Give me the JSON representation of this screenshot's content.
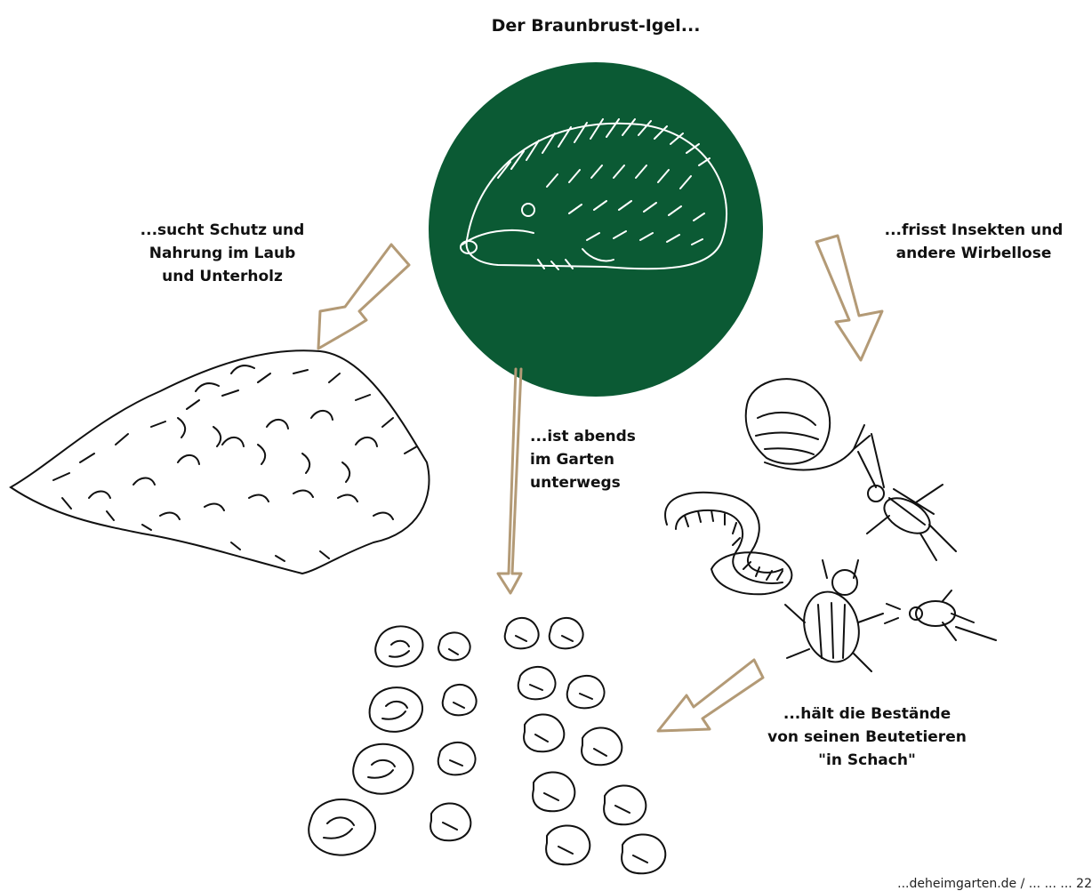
{
  "title": "Der Braunbrust-Igel...",
  "captions": {
    "shelter": [
      "...sucht Schutz und",
      "Nahrung im Laub",
      "und Unterholz"
    ],
    "eats": [
      "...frisst Insekten und",
      "andere Wirbellose"
    ],
    "garden": [
      "...ist abends",
      "im Garten",
      "unterwegs"
    ],
    "control": [
      "...hält die Bestände",
      "von seinen Beutetieren",
      "\"in Schach\""
    ]
  },
  "footer": "...deheimgarten.de / ... ... ... 22",
  "colors": {
    "circle": "#0b5a34",
    "arrow": "#b39a76",
    "ink": "#111111"
  },
  "icons": {
    "hedgehog": "hedgehog-illustration",
    "leaves": "leaf-pile-illustration",
    "prey": "insects-snail-worm-illustration",
    "lettuce": "lettuce-bed-illustration"
  }
}
